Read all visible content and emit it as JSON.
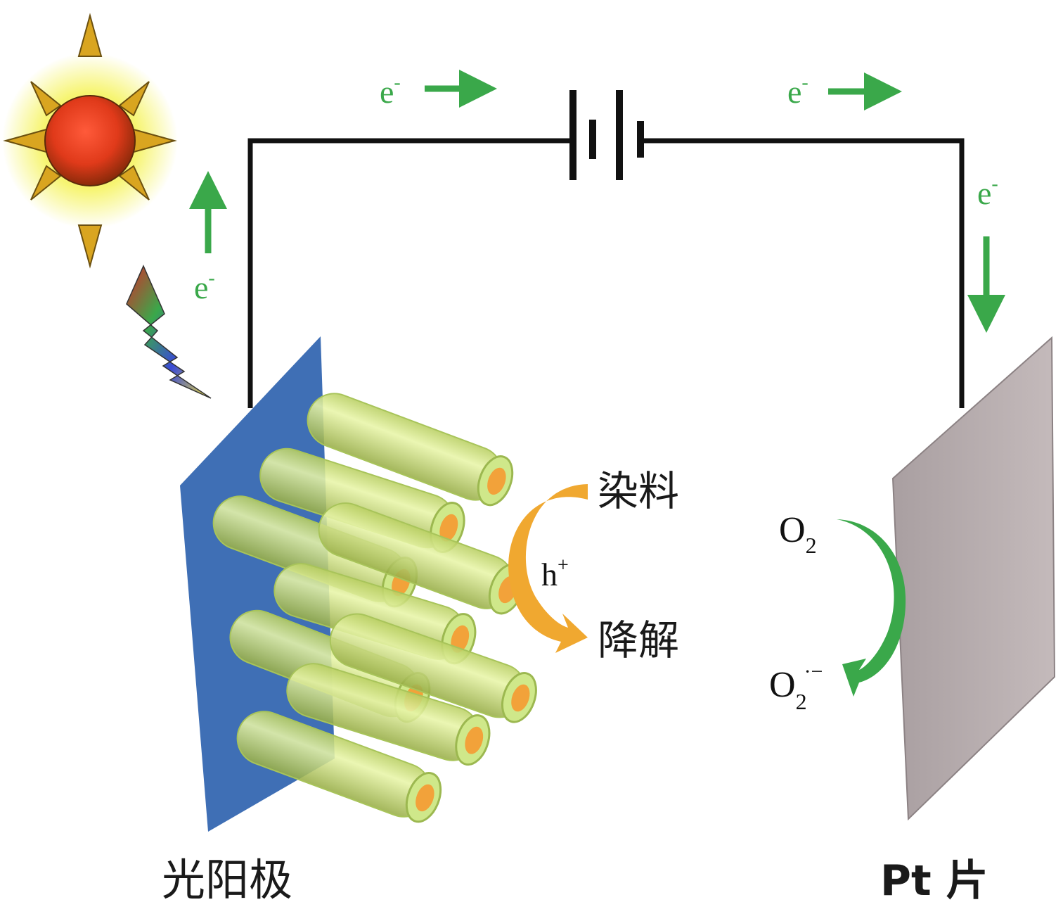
{
  "labels": {
    "electron": "e",
    "electron_sup": "-",
    "hole": "h",
    "hole_sup": "+",
    "dye": "染料",
    "degrade": "降解",
    "oxygen": "O",
    "oxygen_sub": "2",
    "superoxide": "O",
    "superoxide_sub": "2",
    "superoxide_sup": "·−",
    "photoanode": "光阳极",
    "pt_sheet": "Pt 片"
  },
  "colors": {
    "electron_arrow": "#3aa84a",
    "wire": "#111111",
    "anode_plate": "#3f6fb5",
    "nanotube_shell": "#d6ec92",
    "nanotube_core": "#f2a23a",
    "dye_arrow": "#f0a830",
    "oxygen_arrow": "#3aa84a",
    "pt_plate": "#bfb4b6",
    "sun_core": "#e63a20",
    "sun_rays": "#d9a520",
    "sun_glow": "#f3f36a"
  },
  "icons": [
    "sun-icon",
    "lightning-icon",
    "battery-icon"
  ]
}
